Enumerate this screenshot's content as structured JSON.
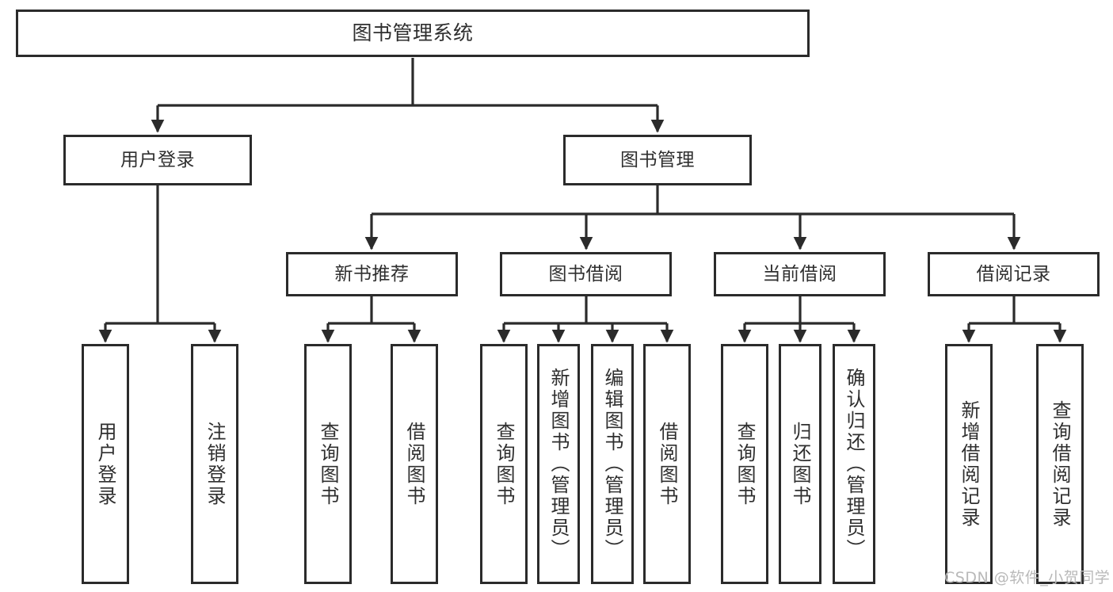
{
  "diagram": {
    "type": "hierarchy-tree",
    "title": "图书管理系统",
    "theme": {
      "background": "#ffffff",
      "box_border": "#2b2b2b",
      "box_fill": "#ffffff",
      "text": "#2f2f2f",
      "connector": "#2b2b2b",
      "watermark": "#b9b9b9"
    },
    "nodes": {
      "root": {
        "label": "图书管理系统"
      },
      "level1": [
        {
          "id": "user-login",
          "label": "用户登录"
        },
        {
          "id": "book-manage",
          "label": "图书管理"
        }
      ],
      "level2": [
        {
          "id": "new-book-recommend",
          "label": "新书推荐"
        },
        {
          "id": "book-borrow",
          "label": "图书借阅"
        },
        {
          "id": "current-borrow",
          "label": "当前借阅"
        },
        {
          "id": "borrow-record",
          "label": "借阅记录"
        }
      ],
      "leaves": [
        {
          "id": "leaf-user-login",
          "label": "用户登录"
        },
        {
          "id": "leaf-logout-login",
          "label": "注销登录"
        },
        {
          "id": "leaf-query-book-1",
          "label": "查询图书"
        },
        {
          "id": "leaf-borrow-book-1",
          "label": "借阅图书"
        },
        {
          "id": "leaf-query-book-2",
          "label": "查询图书"
        },
        {
          "id": "leaf-add-book",
          "label": "新增图书（管理员）"
        },
        {
          "id": "leaf-edit-book",
          "label": "编辑图书（管理员）"
        },
        {
          "id": "leaf-borrow-book-2",
          "label": "借阅图书"
        },
        {
          "id": "leaf-query-book-3",
          "label": "查询图书"
        },
        {
          "id": "leaf-return-book",
          "label": "归还图书"
        },
        {
          "id": "leaf-confirm-return",
          "label": "确认归还（管理员）"
        },
        {
          "id": "leaf-add-record",
          "label": "新增借阅记录"
        },
        {
          "id": "leaf-query-record",
          "label": "查询借阅记录"
        }
      ]
    },
    "watermark": "CSDN @软件_小贺同学"
  }
}
